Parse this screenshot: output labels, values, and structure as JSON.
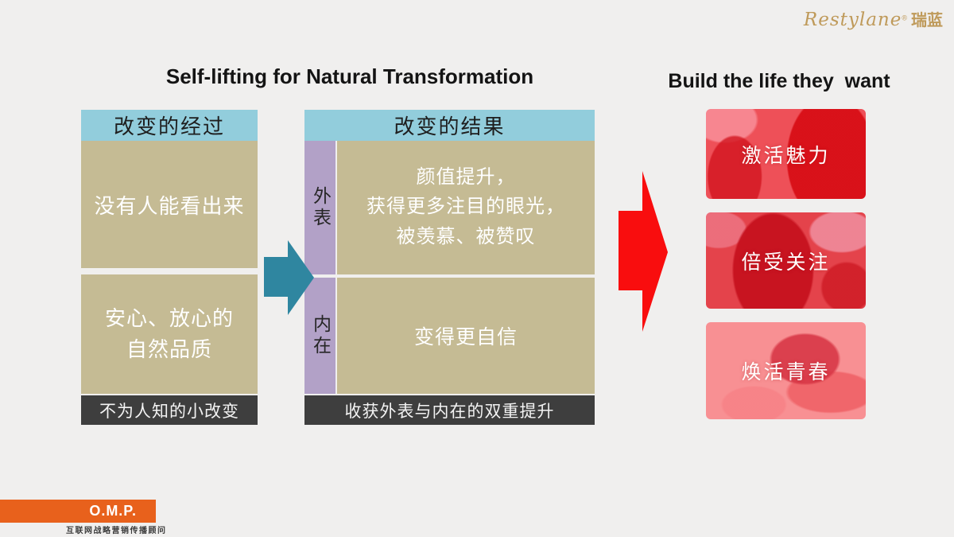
{
  "brand": {
    "name_script": "Restylane",
    "name_cn": "瑞蓝",
    "registered_mark": "®"
  },
  "titles": {
    "main": "Self-lifting for Natural Transformation",
    "right": "Build the life they  want"
  },
  "process_column": {
    "header": "改变的经过",
    "box1": "没有人能看出来",
    "box2": "安心、放心的\n自然品质",
    "footer": "不为人知的小改变"
  },
  "result_column": {
    "header": "改变的结果",
    "outer_label": "外表",
    "inner_label": "内在",
    "outer_text": "颜值提升，\n获得更多注目的眼光，\n被羡慕、被赞叹",
    "inner_text": "变得更自信",
    "footer": "收获外表与内在的双重提升"
  },
  "benefits": [
    {
      "label": "激活魅力"
    },
    {
      "label": "倍受关注"
    },
    {
      "label": "焕活青春"
    }
  ],
  "footer_logo": {
    "name": "O.M.P.",
    "caption": "互联网战略营销传播顾问"
  },
  "colors": {
    "background": "#f0efee",
    "header_blue": "#92cddc",
    "tan": "#c5bb94",
    "purple": "#b2a1c7",
    "footer_dark": "#3e3e3e",
    "teal_arrow": "#2f86a0",
    "red_arrow": "#f90d0e",
    "omp_orange": "#e8611c",
    "brand_gold": "#bf9a5a"
  }
}
